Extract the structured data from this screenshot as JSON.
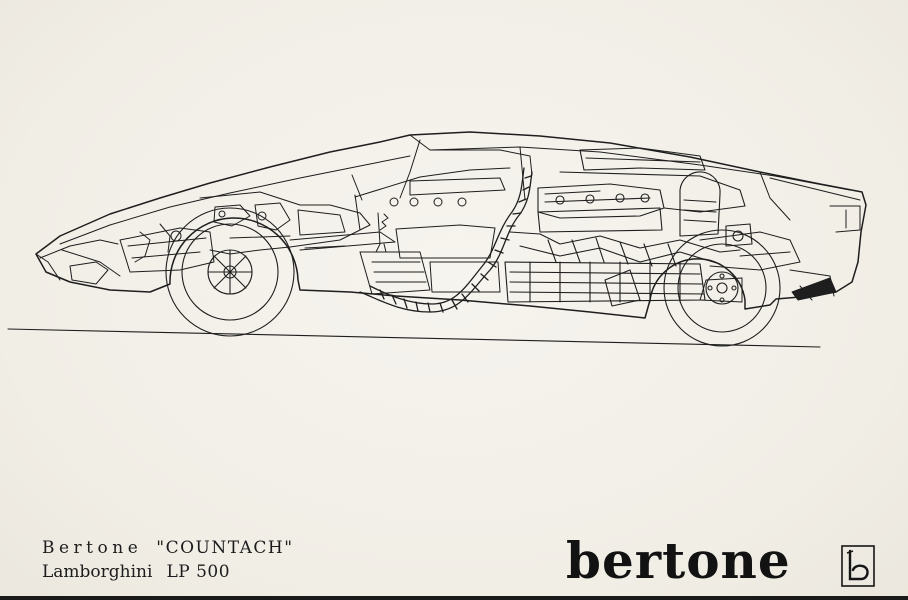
{
  "caption": {
    "brand": "Bertone",
    "model_name": "\"COUNTACH\"",
    "manufacturer": "Lamborghini",
    "model_code": "LP 500"
  },
  "logo": {
    "wordmark": "bertone",
    "emblem_icon": "bertone-b-emblem-icon"
  },
  "colors": {
    "paper": "#f3f0e9",
    "ink": "#1c1c1c"
  }
}
